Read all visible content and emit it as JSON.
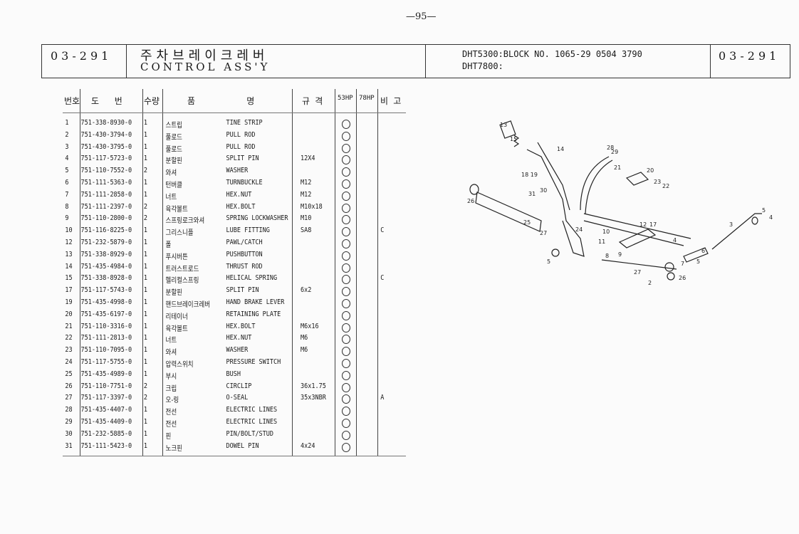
{
  "page_number": "—95—",
  "header": {
    "code_left": "03-291",
    "title_kr": "주차브레이크레버",
    "title_en": "CONTROL ASS'Y",
    "model_line1": "DHT5300:BLOCK NO. 1065-29 0504 3790",
    "model_line2": "DHT7800:",
    "code_right": "03-291"
  },
  "table": {
    "headers": {
      "no": "번호",
      "part_no": "도   번",
      "qty": "수량",
      "name": "품          명",
      "spec": "규 격",
      "hp53": "53HP",
      "hp78": "78HP",
      "remark": "비 고"
    },
    "rows": [
      {
        "no": "1",
        "part": "751-338-8930-0",
        "qty": "1",
        "kr": "스트립",
        "en": "TINE STRIP",
        "spec": "",
        "hp53": "○",
        "remark": ""
      },
      {
        "no": "2",
        "part": "751-430-3794-0",
        "qty": "1",
        "kr": "풀로드",
        "en": "PULL ROD",
        "spec": "",
        "hp53": "○",
        "remark": ""
      },
      {
        "no": "3",
        "part": "751-430-3795-0",
        "qty": "1",
        "kr": "풀로드",
        "en": "PULL ROD",
        "spec": "",
        "hp53": "○",
        "remark": ""
      },
      {
        "no": "4",
        "part": "751-117-5723-0",
        "qty": "1",
        "kr": "분할핀",
        "en": "SPLIT PIN",
        "spec": "12X4",
        "hp53": "○",
        "remark": ""
      },
      {
        "no": "5",
        "part": "751-110-7552-0",
        "qty": "2",
        "kr": "와셔",
        "en": "WASHER",
        "spec": "",
        "hp53": "○",
        "remark": ""
      },
      {
        "no": "6",
        "part": "751-111-5363-0",
        "qty": "1",
        "kr": "턴버클",
        "en": "TURNBUCKLE",
        "spec": "M12",
        "hp53": "○",
        "remark": ""
      },
      {
        "no": "7",
        "part": "751-111-2858-0",
        "qty": "1",
        "kr": "너트",
        "en": "HEX.NUT",
        "spec": "M12",
        "hp53": "○",
        "remark": ""
      },
      {
        "no": "8",
        "part": "751-111-2397-0",
        "qty": "2",
        "kr": "육각볼트",
        "en": "HEX.BOLT",
        "spec": "M10x18",
        "hp53": "○",
        "remark": ""
      },
      {
        "no": "9",
        "part": "751-110-2800-0",
        "qty": "2",
        "kr": "스프링로크와셔",
        "en": "SPRING LOCKWASHER",
        "spec": "M10",
        "hp53": "○",
        "remark": ""
      },
      {
        "no": "10",
        "part": "751-116-8225-0",
        "qty": "1",
        "kr": "그리스니플",
        "en": "LUBE FITTING",
        "spec": "SA8",
        "hp53": "○",
        "remark": "C"
      },
      {
        "no": "12",
        "part": "751-232-5879-0",
        "qty": "1",
        "kr": "폴",
        "en": "PAWL/CATCH",
        "spec": "",
        "hp53": "○",
        "remark": ""
      },
      {
        "no": "13",
        "part": "751-338-8929-0",
        "qty": "1",
        "kr": "푸시버튼",
        "en": "PUSHBUTTON",
        "spec": "",
        "hp53": "○",
        "remark": ""
      },
      {
        "no": "14",
        "part": "751-435-4984-0",
        "qty": "1",
        "kr": "트러스트로드",
        "en": "THRUST ROD",
        "spec": "",
        "hp53": "○",
        "remark": ""
      },
      {
        "no": "15",
        "part": "751-338-8928-0",
        "qty": "1",
        "kr": "헬리컬스프링",
        "en": "HELICAL SPRING",
        "spec": "",
        "hp53": "○",
        "remark": "C"
      },
      {
        "no": "17",
        "part": "751-117-5743-0",
        "qty": "1",
        "kr": "분할핀",
        "en": "SPLIT PIN",
        "spec": "6x2",
        "hp53": "○",
        "remark": ""
      },
      {
        "no": "19",
        "part": "751-435-4998-0",
        "qty": "1",
        "kr": "핸드브레이크레버",
        "en": "HAND BRAKE LEVER",
        "spec": "",
        "hp53": "○",
        "remark": ""
      },
      {
        "no": "20",
        "part": "751-435-6197-0",
        "qty": "1",
        "kr": "리테이너",
        "en": "RETAINING PLATE",
        "spec": "",
        "hp53": "○",
        "remark": ""
      },
      {
        "no": "21",
        "part": "751-110-3316-0",
        "qty": "1",
        "kr": "육각볼트",
        "en": "HEX.BOLT",
        "spec": "M6x16",
        "hp53": "○",
        "remark": ""
      },
      {
        "no": "22",
        "part": "751-111-2813-0",
        "qty": "1",
        "kr": "너트",
        "en": "HEX.NUT",
        "spec": "M6",
        "hp53": "○",
        "remark": ""
      },
      {
        "no": "23",
        "part": "751-110-7095-0",
        "qty": "1",
        "kr": "와셔",
        "en": "WASHER",
        "spec": "M6",
        "hp53": "○",
        "remark": ""
      },
      {
        "no": "24",
        "part": "751-117-5755-0",
        "qty": "1",
        "kr": "압력스위치",
        "en": "PRESSURE SWITCH",
        "spec": "",
        "hp53": "○",
        "remark": ""
      },
      {
        "no": "25",
        "part": "751-435-4989-0",
        "qty": "1",
        "kr": "부시",
        "en": "BUSH",
        "spec": "",
        "hp53": "○",
        "remark": ""
      },
      {
        "no": "26",
        "part": "751-110-7751-0",
        "qty": "2",
        "kr": "크립",
        "en": "CIRCLIP",
        "spec": "36x1.75",
        "hp53": "○",
        "remark": ""
      },
      {
        "no": "27",
        "part": "751-117-3397-0",
        "qty": "2",
        "kr": "오-링",
        "en": "O-SEAL",
        "spec": "35x3NBR",
        "hp53": "○",
        "remark": "A"
      },
      {
        "no": "28",
        "part": "751-435-4407-0",
        "qty": "1",
        "kr": "전선",
        "en": "ELECTRIC LINES",
        "spec": "",
        "hp53": "○",
        "remark": ""
      },
      {
        "no": "29",
        "part": "751-435-4409-0",
        "qty": "1",
        "kr": "전선",
        "en": "ELECTRIC LINES",
        "spec": "",
        "hp53": "○",
        "remark": ""
      },
      {
        "no": "30",
        "part": "751-232-5885-0",
        "qty": "1",
        "kr": "핀",
        "en": "PIN/BOLT/STUD",
        "spec": "",
        "hp53": "○",
        "remark": ""
      },
      {
        "no": "31",
        "part": "751-111-5423-0",
        "qty": "1",
        "kr": "노크핀",
        "en": "DOWEL PIN",
        "spec": "4x24",
        "hp53": "○",
        "remark": ""
      }
    ]
  },
  "diagram": {
    "callouts": [
      "13",
      "15",
      "14",
      "28",
      "29",
      "18 19",
      "21",
      "20",
      "23",
      "22",
      "31",
      "30",
      "26",
      "25",
      "27",
      "24",
      "12",
      "17",
      "10",
      "11",
      "4",
      "5",
      "3",
      "6",
      "9",
      "8",
      "5",
      "7",
      "2",
      "27",
      "26",
      "4",
      "5"
    ]
  }
}
